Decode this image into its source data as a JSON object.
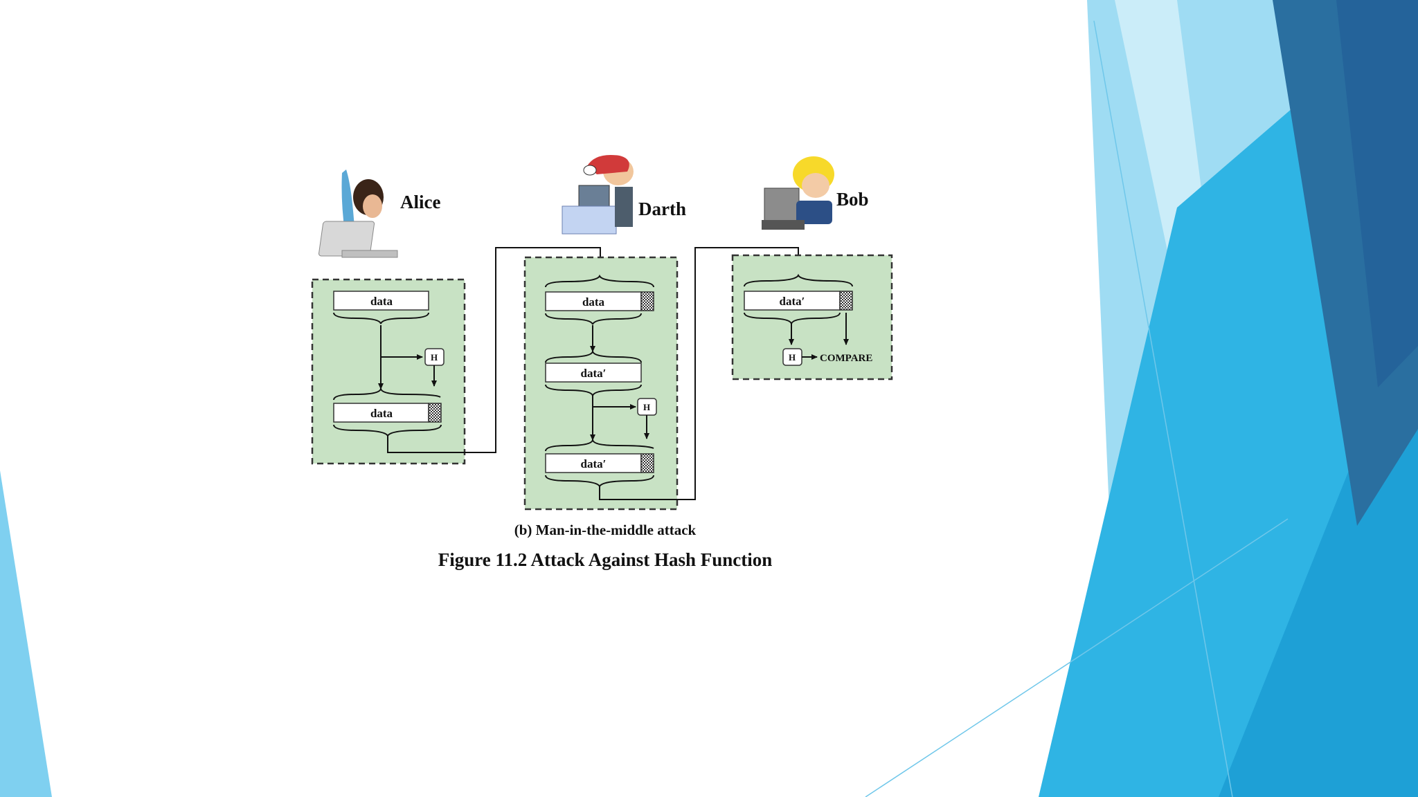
{
  "colors": {
    "panel_fill": "#c8e2c4",
    "accent_light": "#7fd0f0",
    "accent_mid": "#2fb4e4",
    "accent_dark": "#2a6fa0"
  },
  "actors": {
    "alice": {
      "name": "Alice",
      "icon": "person-with-laptop-icon"
    },
    "darth": {
      "name": "Darth",
      "icon": "person-at-computer-icon"
    },
    "bob": {
      "name": "Bob",
      "icon": "person-at-desktop-icon"
    }
  },
  "alice_panel": {
    "top_block": "data",
    "hash_label": "H",
    "bottom_block": "data"
  },
  "darth_panel": {
    "top_block": "data",
    "mid_block": "data′",
    "hash_label": "H",
    "bottom_block": "data′"
  },
  "bob_panel": {
    "top_block": "data′",
    "hash_label": "H",
    "compare_label": "COMPARE"
  },
  "captions": {
    "sub": "(b) Man-in-the-middle attack",
    "figure": "Figure 11.2  Attack Against Hash Function"
  }
}
